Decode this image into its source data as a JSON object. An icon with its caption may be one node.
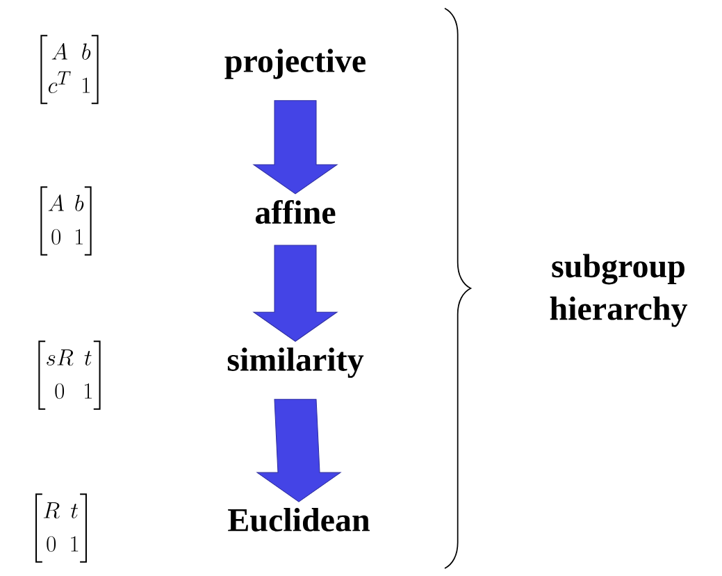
{
  "diagram": {
    "nodes": [
      {
        "text": [
          "projective"
        ]
      },
      {
        "text": [
          "affine"
        ]
      },
      {
        "text": [
          "similarity"
        ]
      },
      {
        "text": [
          "Euclidean"
        ]
      }
    ],
    "edges": [
      {
        "from": 0,
        "to": 1,
        "arrow": "to",
        "color": "#4444e6"
      },
      {
        "from": 1,
        "to": 2,
        "arrow": "to",
        "color": "#4444e6"
      },
      {
        "from": 2,
        "to": 3,
        "arrow": "to",
        "color": "#4444e6"
      }
    ],
    "labels": [
      "\\begin{bmatrix} A & b \\\\ c^{T} & 1 \\end{bmatrix}",
      "\\begin{bmatrix} A & b \\\\ 0 & 1 \\end{bmatrix}",
      "\\begin{bmatrix} sR & t \\\\ 0 & 1 \\end{bmatrix}",
      "\\begin{bmatrix} R & t \\\\ 0 & 1 \\end{bmatrix}",
      "subgroup hierarchy"
    ]
  }
}
